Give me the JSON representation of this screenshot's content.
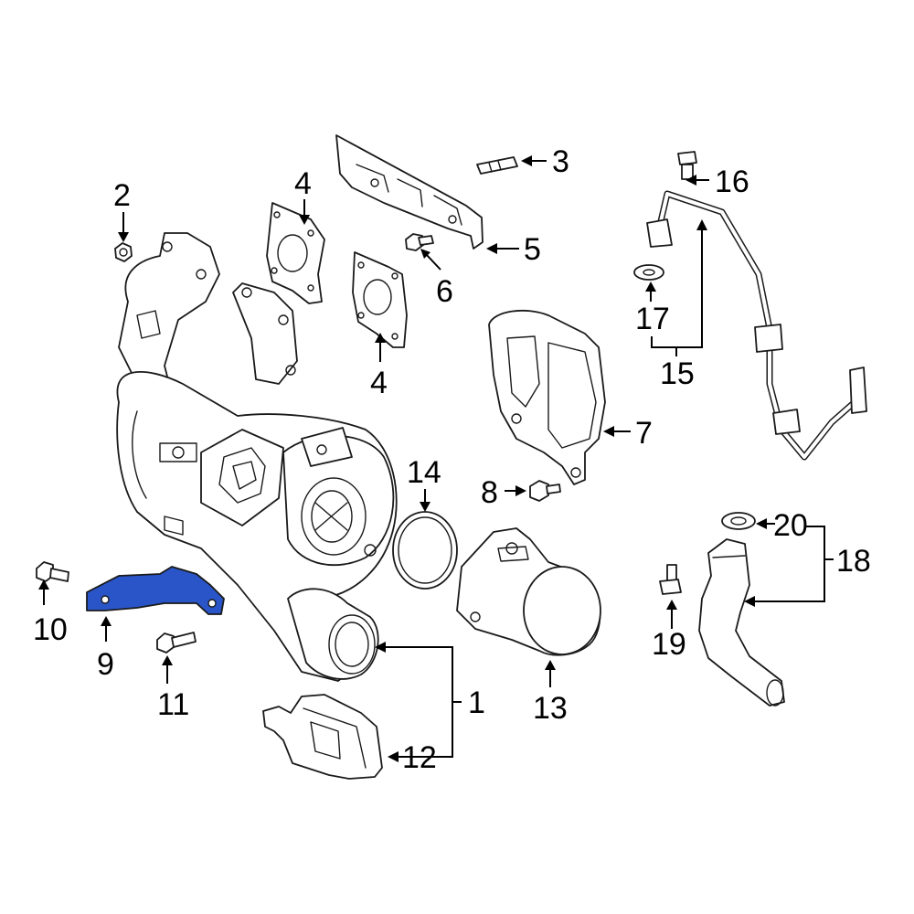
{
  "diagram": {
    "highlight_color": "#2a55c8",
    "callouts": [
      "1",
      "2",
      "3",
      "4",
      "4",
      "5",
      "6",
      "7",
      "8",
      "9",
      "10",
      "11",
      "12",
      "13",
      "14",
      "15",
      "16",
      "17",
      "18",
      "19",
      "20"
    ],
    "highlighted_part": "9"
  }
}
